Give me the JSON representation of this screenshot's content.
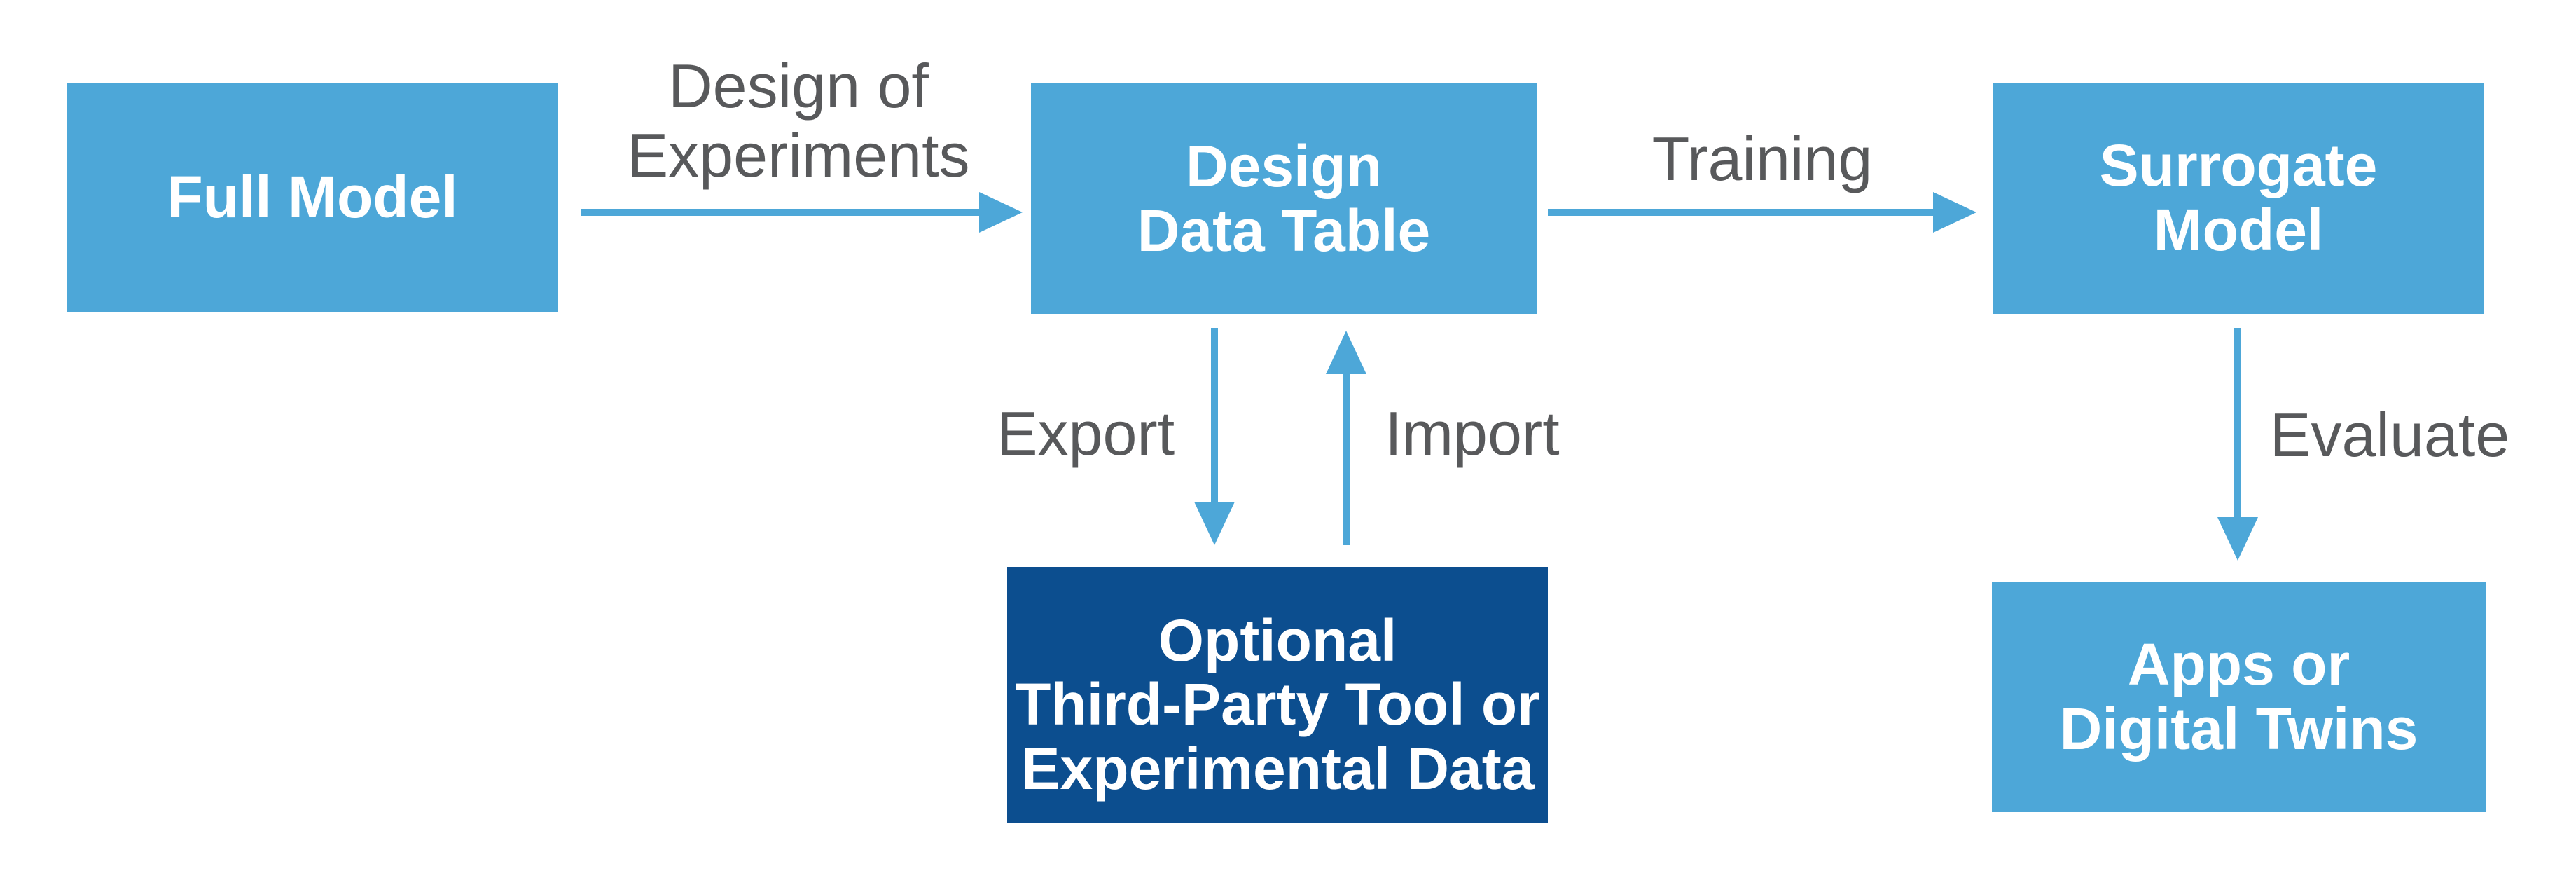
{
  "diagram": {
    "colors": {
      "node_fill": "#4da7d8",
      "accent_fill": "#0c4e8f",
      "arrow": "#4da7d8",
      "label_text": "#58595b",
      "node_text": "#ffffff"
    },
    "nodes": {
      "full_model": {
        "label": "Full Model"
      },
      "design_data_table": {
        "label": "Design\nData Table"
      },
      "surrogate_model": {
        "label": "Surrogate\nModel"
      },
      "third_party": {
        "label": "Optional\nThird-Party Tool or\nExperimental Data"
      },
      "apps": {
        "label": "Apps or\nDigital Twins"
      }
    },
    "edges": {
      "design_of_experiments": {
        "label": "Design of\nExperiments"
      },
      "training": {
        "label": "Training"
      },
      "export": {
        "label": "Export"
      },
      "import": {
        "label": "Import"
      },
      "evaluate": {
        "label": "Evaluate"
      }
    }
  }
}
